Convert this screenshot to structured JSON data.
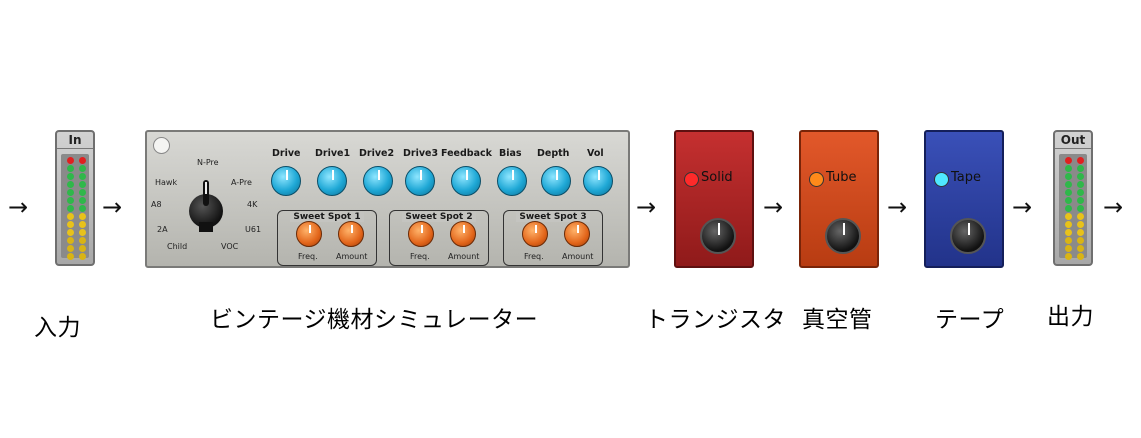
{
  "arrows": [
    "→",
    "→",
    "→",
    "→",
    "→",
    "→",
    "→"
  ],
  "in_meter": {
    "label": "In"
  },
  "out_meter": {
    "label": "Out"
  },
  "vintage": {
    "selector_positions": [
      "N-Pre",
      "Hawk",
      "A-Pre",
      "A8",
      "4K",
      "2A",
      "U61",
      "Child",
      "VOC"
    ],
    "knobs": [
      "Drive",
      "Drive1",
      "Drive2",
      "Drive3",
      "Feedback",
      "Bias",
      "Depth",
      "Vol"
    ],
    "sweet_spots": [
      {
        "title": "Sweet Spot 1",
        "freq": "Freq.",
        "amount": "Amount"
      },
      {
        "title": "Sweet Spot 2",
        "freq": "Freq.",
        "amount": "Amount"
      },
      {
        "title": "Sweet Spot 3",
        "freq": "Freq.",
        "amount": "Amount"
      }
    ]
  },
  "units": [
    {
      "label": "Solid",
      "color": "#b32424",
      "led": "#ff2a2a"
    },
    {
      "label": "Tube",
      "color": "#d44b1c",
      "led": "#ff8a1a"
    },
    {
      "label": "Tape",
      "color": "#2a3f9c",
      "led": "#4fe8ff"
    }
  ],
  "captions": {
    "input": "入力",
    "vintage": "ビンテージ機材シミュレーター",
    "transistor": "トランジスタ",
    "tube": "真空管",
    "tape": "テープ",
    "output": "出力"
  }
}
